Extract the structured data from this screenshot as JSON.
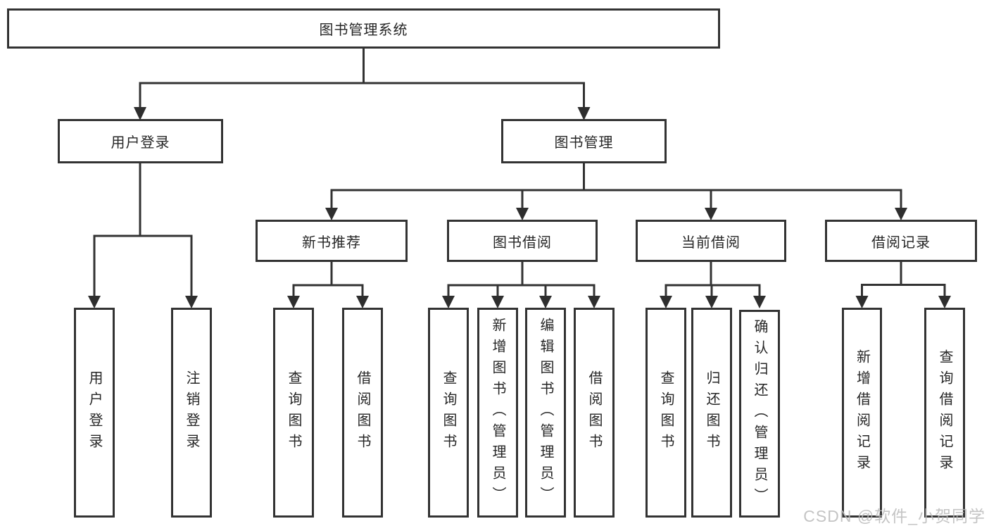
{
  "watermark": {
    "text": "CSDN @软件_小贺同学"
  },
  "colors": {
    "line": "#333333",
    "arrow": "#2e2e2e",
    "text": "#262626",
    "box_background": "#ffffff",
    "watermark": "#bababa"
  },
  "tree": {
    "root": {
      "label": "图书管理系统"
    },
    "branches": [
      {
        "label": "用户登录",
        "children": [
          {
            "label": "用户登录"
          },
          {
            "label": "注销登录"
          }
        ]
      },
      {
        "label": "图书管理",
        "children": [
          {
            "label": "新书推荐",
            "children": [
              {
                "label": "查询图书"
              },
              {
                "label": "借阅图书"
              }
            ]
          },
          {
            "label": "图书借阅",
            "children": [
              {
                "label": "查询图书"
              },
              {
                "label": "新增图书（管理员）"
              },
              {
                "label": "编辑图书（管理员）"
              },
              {
                "label": "借阅图书"
              }
            ]
          },
          {
            "label": "当前借阅",
            "children": [
              {
                "label": "查询图书"
              },
              {
                "label": "归还图书"
              },
              {
                "label": "确认归还（管理员）"
              }
            ]
          },
          {
            "label": "借阅记录",
            "children": [
              {
                "label": "新增借阅记录"
              },
              {
                "label": "查询借阅记录"
              }
            ]
          }
        ]
      }
    ]
  }
}
